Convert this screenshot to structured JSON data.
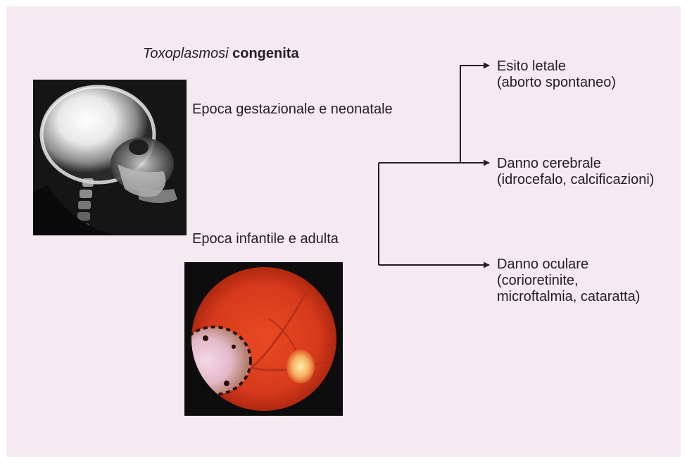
{
  "title": {
    "italic": "Toxoplasmosi",
    "bold": "congenita"
  },
  "labels": {
    "gestational": "Epoca gestazionale e neonatale",
    "infantile": "Epoca infantile e adulta"
  },
  "outcomes": [
    {
      "line1": "Esito letale",
      "line2": "(aborto spontaneo)"
    },
    {
      "line1": "Danno cerebrale",
      "line2": "(idrocefalo, calcificazioni)"
    },
    {
      "line1": "Danno oculare",
      "line2": "(corioretinite,",
      "line3": "microftalmia, cataratta)"
    }
  ],
  "colors": {
    "background_panel": "#f5e9f2",
    "text": "#231f20",
    "fundus_red": "#d93a1f"
  }
}
